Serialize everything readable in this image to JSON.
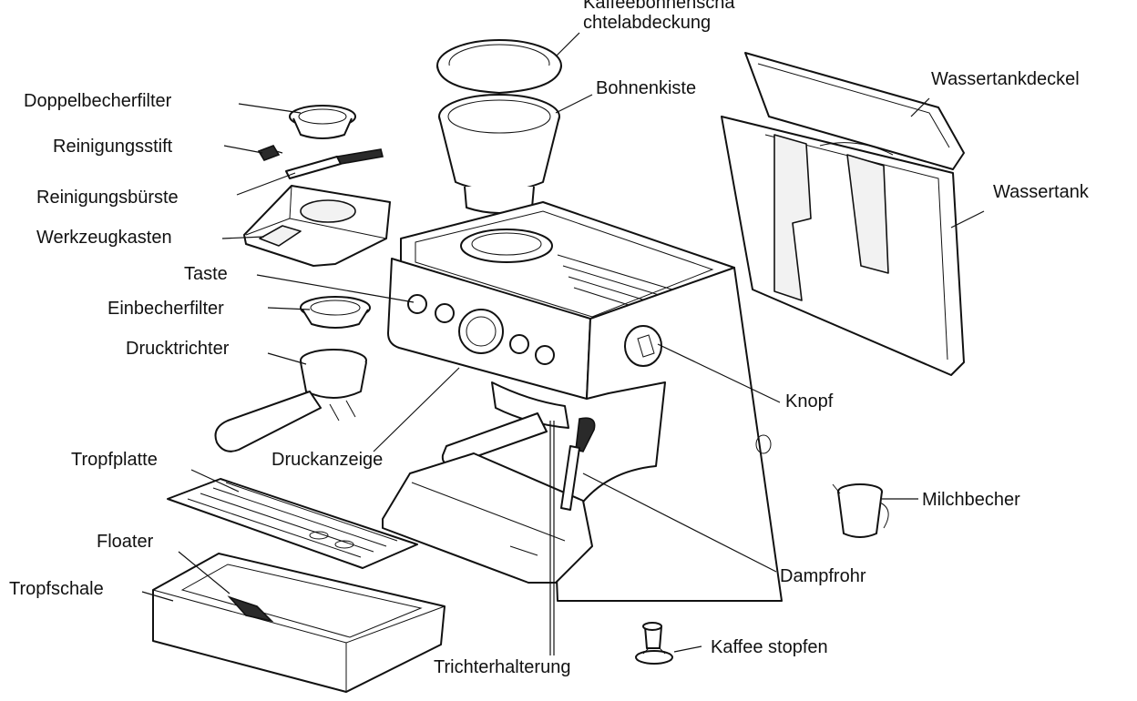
{
  "labels": {
    "bean_hopper_lid_line1": "Kaffeebohnenscha",
    "bean_hopper_lid_line2": "chtelabdeckung",
    "bean_box": "Bohnenkiste",
    "water_tank_lid": "Wassertankdeckel",
    "water_tank": "Wassertank",
    "double_cup_filter": "Doppelbecherfilter",
    "cleaning_pin": "Reinigungsstift",
    "cleaning_brush": "Reinigungsbürste",
    "tool_box": "Werkzeugkasten",
    "button": "Taste",
    "single_cup_filter": "Einbecherfilter",
    "portafilter": "Drucktrichter",
    "knob": "Knopf",
    "pressure_gauge": "Druckanzeige",
    "drip_plate": "Tropfplatte",
    "milk_cup": "Milchbecher",
    "floater": "Floater",
    "drip_tray": "Tropfschale",
    "steam_wand": "Dampfrohr",
    "tamper": "Kaffee stopfen",
    "funnel_holder": "Trichterhalterung"
  },
  "colors": {
    "line": "#111111",
    "background": "#ffffff"
  }
}
